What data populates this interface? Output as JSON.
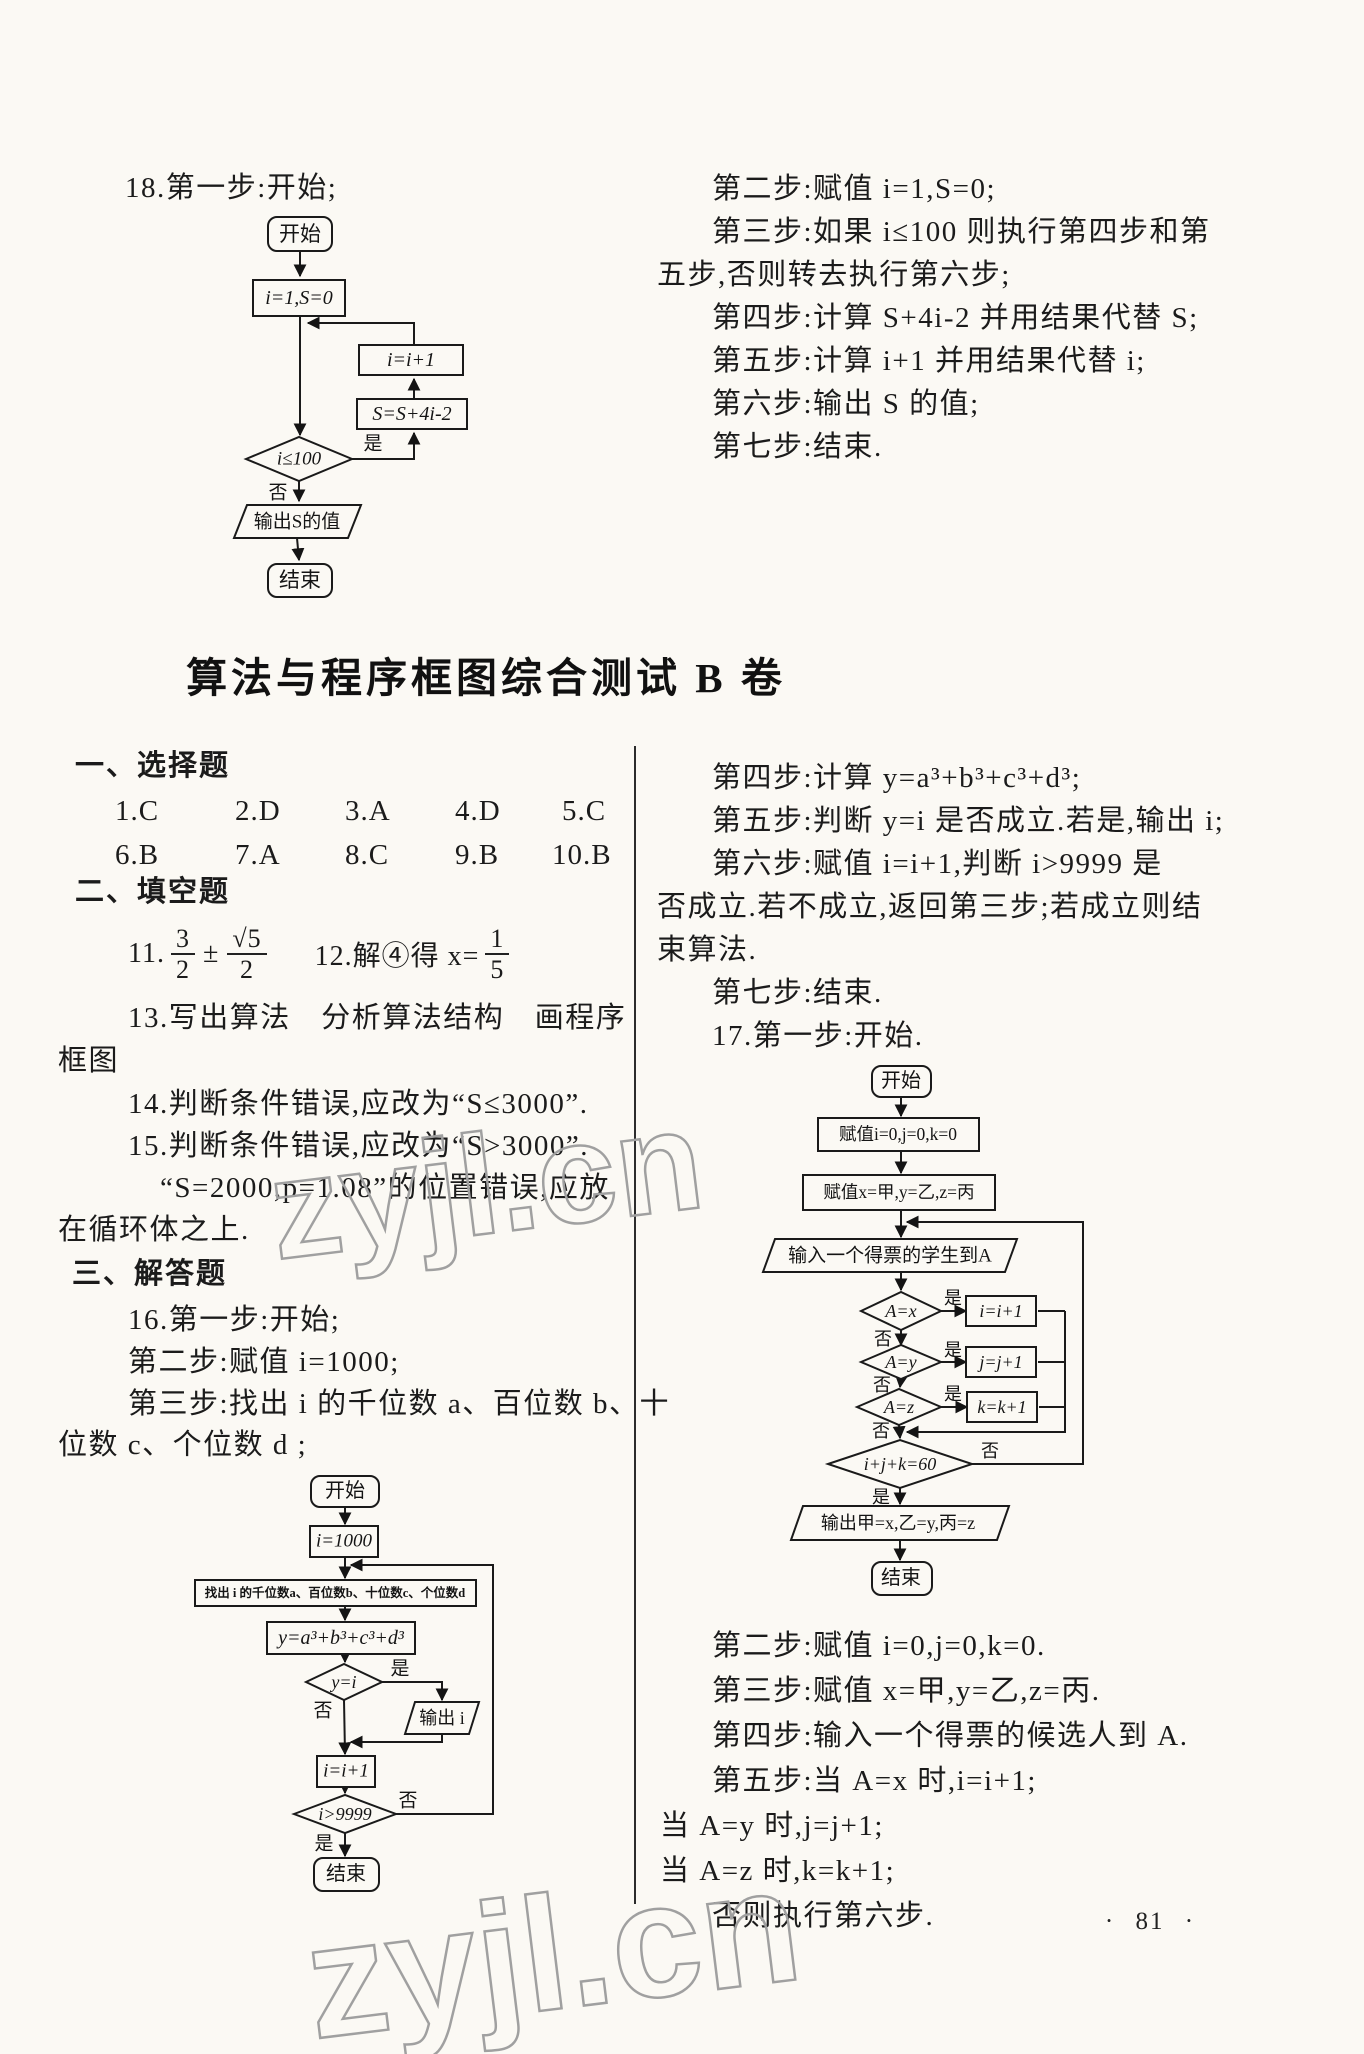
{
  "labels": {
    "yes": "是",
    "no": "否"
  },
  "title": "算法与程序框图综合测试 B 卷",
  "watermark": {
    "text": "zyjl.cn"
  },
  "page": {
    "number": "· 81 ·"
  },
  "p18": {
    "intro": "18.第一步:开始;",
    "steps": [
      "第二步:赋值 i=1,S=0;",
      "第三步:如果 i≤100 则执行第四步和第",
      "五步,否则转去执行第六步;",
      "第四步:计算 S+4i-2 并用结果代替 S;",
      "第五步:计算 i+1 并用结果代替 i;",
      "第六步:输出 S 的值;",
      "第七步:结束."
    ],
    "fc": {
      "start": "开始",
      "init": "i=1,S=0",
      "inc": "i=i+1",
      "acc": "S=S+4i-2",
      "cond": "i≤100",
      "out": "输出S的值",
      "end": "结束"
    }
  },
  "choice": {
    "heading": "一、选择题",
    "row1": [
      "1.C",
      "2.D",
      "3.A",
      "4.D",
      "5.C"
    ],
    "row2": [
      "6.B",
      "7.A",
      "8.C",
      "9.B",
      "10.B"
    ]
  },
  "fill": {
    "heading": "二、填空题",
    "item11_no": "11.",
    "frac1_num": "3",
    "frac1_den": "2",
    "plus_minus": "±",
    "frac2_num": "√5",
    "frac2_den": "2",
    "item12_pre": "12.解④得 x=",
    "frac3_num": "1",
    "frac3_den": "5",
    "item13": "13.写出算法　分析算法结构　画程序",
    "item13b": "框图",
    "item14": "14.判断条件错误,应改为“S≤3000”.",
    "item15": "15.判断条件错误,应改为“S>3000”.",
    "item15b": "“S=2000,p=1.08”的位置错误,应放",
    "item15c": "在循环体之上."
  },
  "solve": {
    "heading": "三、解答题",
    "p16_lines": [
      "16.第一步:开始;",
      "第二步:赋值 i=1000;",
      "第三步:找出 i 的千位数 a、百位数 b、十",
      "位数 c、个位数 d ;"
    ],
    "p16_fc": {
      "start": "开始",
      "init": "i=1000",
      "find": "找出 i 的千位数a、百位数b、十位数c、个位数d",
      "calc": "y=a³+b³+c³+d³",
      "cond1": "y=i",
      "out": "输出 i",
      "inc": "i=i+1",
      "cond2": "i>9999",
      "end": "结束"
    },
    "p16_steps_right": [
      "第四步:计算 y=a³+b³+c³+d³;",
      "第五步:判断 y=i 是否成立.若是,输出 i;",
      "第六步:赋值 i=i+1,判断 i>9999 是",
      "否成立.若不成立,返回第三步;若成立则结",
      "束算法.",
      "第七步:结束."
    ],
    "p17_intro": "17.第一步:开始.",
    "p17_fc": {
      "start": "开始",
      "init1": "赋值i=0,j=0,k=0",
      "init2": "赋值x=甲,y=乙,z=丙",
      "input": "输入一个得票的学生到A",
      "c1": "A=x",
      "a1": "i=i+1",
      "c2": "A=y",
      "a2": "j=j+1",
      "c3": "A=z",
      "a3": "k=k+1",
      "c4": "i+j+k=60",
      "out": "输出甲=x,乙=y,丙=z",
      "end": "结束"
    },
    "p17_steps": [
      "第二步:赋值 i=0,j=0,k=0.",
      "第三步:赋值 x=甲,y=乙,z=丙.",
      "第四步:输入一个得票的候选人到 A.",
      "第五步:当 A=x 时,i=i+1;",
      "当 A=y 时,j=j+1;",
      "当 A=z 时,k=k+1;",
      "否则执行第六步."
    ]
  }
}
